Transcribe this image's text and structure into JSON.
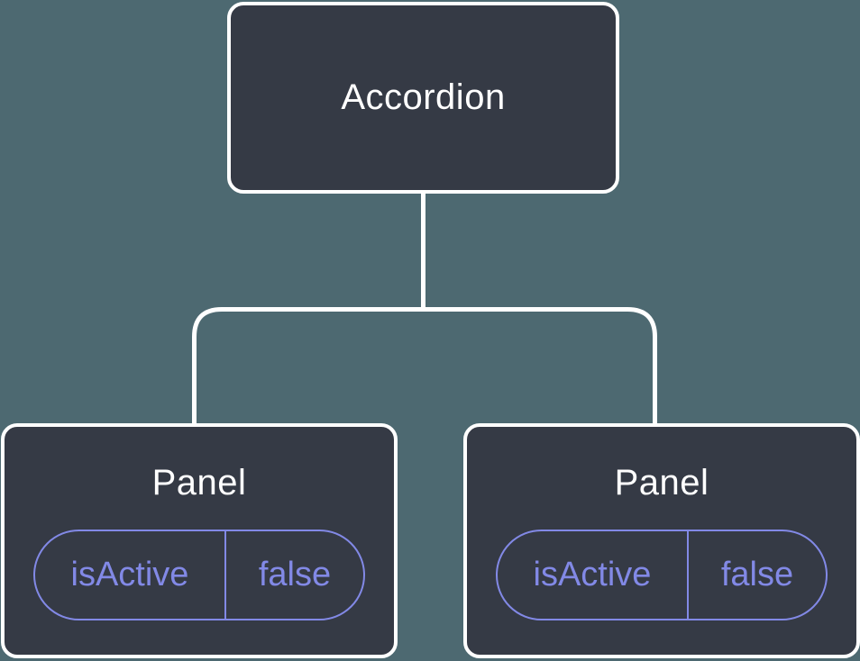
{
  "tree": {
    "root": {
      "label": "Accordion"
    },
    "children": [
      {
        "label": "Panel",
        "state": {
          "key": "isActive",
          "value": "false"
        }
      },
      {
        "label": "Panel",
        "state": {
          "key": "isActive",
          "value": "false"
        }
      }
    ]
  },
  "colors": {
    "background": "#4D6971",
    "node-fill": "#353A45",
    "node-border": "#FFFFFF",
    "node-text": "#FFFFFF",
    "connector": "#FFFFFF",
    "state-accent": "#8289E6"
  }
}
